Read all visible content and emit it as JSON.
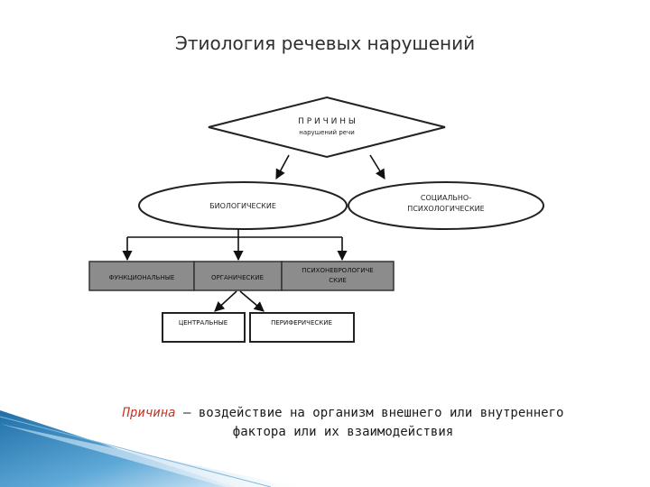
{
  "slide": {
    "title": "Этиология речевых нарушений"
  },
  "diagram": {
    "root": {
      "line1": "П Р И Ч И Н Ы",
      "line2": "нарушений речи"
    },
    "biological": "БИОЛОГИЧЕСКИЕ",
    "social_line1": "СОЦИАЛЬНО-",
    "social_line2": "ПСИХОЛОГИЧЕСКИЕ",
    "functional": "ФУНКЦИОНАЛЬНЫЕ",
    "organic": "ОРГАНИЧЕСКИЕ",
    "psycho_line1": "ПСИХОНЕВРОЛОГИЧЕ",
    "psycho_line2": "СКИЕ",
    "central": "ЦЕНТРАЛЬНЫЕ",
    "peripheral": "ПЕРИФЕРИЧЕСКИЕ"
  },
  "definition": {
    "term": "Причина",
    "text_line1": " – воздействие на организм внешнего или внутреннего",
    "text_line2": "фактора или их взаимодействия"
  },
  "colors": {
    "accent_blue": "#2e86c1",
    "box_gray": "#8c8c8c",
    "term_red": "#c0392b"
  }
}
